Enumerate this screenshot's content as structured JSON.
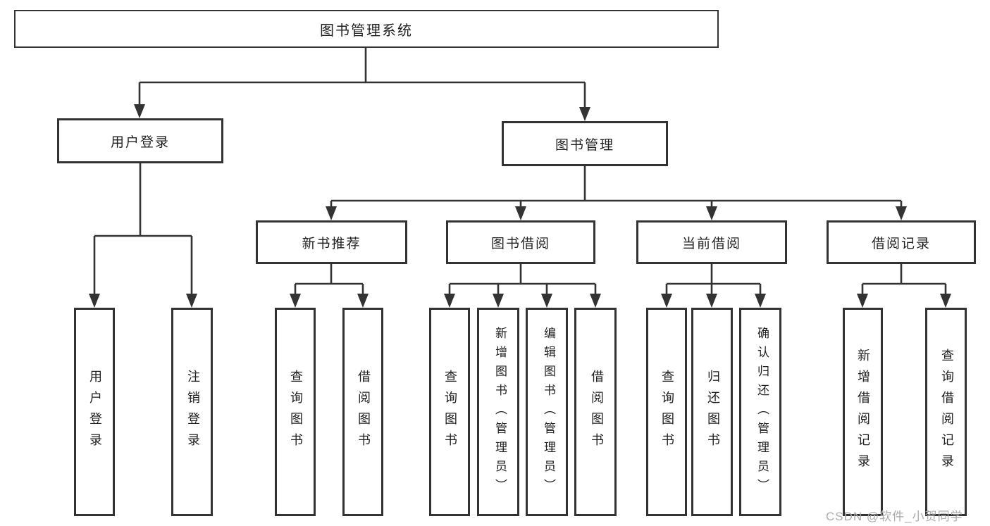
{
  "diagram": {
    "root_label": "图书管理系统",
    "level2": [
      "用户登录",
      "图书管理"
    ],
    "level3": [
      "新书推荐",
      "图书借阅",
      "当前借阅",
      "借阅记录"
    ],
    "leaves": {
      "user_login": [
        "用户登录",
        "注销登录"
      ],
      "new_book_recommend": [
        "查询图书",
        "借阅图书"
      ],
      "book_borrow": [
        "查询图书",
        "新增图书（管理员）",
        "编辑图书（管理员）",
        "借阅图书"
      ],
      "current_borrow": [
        "查询图书",
        "归还图书",
        "确认归还（管理员）"
      ],
      "borrow_records": [
        "新增借阅记录",
        "查询借阅记录"
      ]
    }
  },
  "colors": {
    "line": "#333333",
    "border": "#333333",
    "text": "#1f1f1f",
    "background": "#ffffff",
    "watermark": "#ababab"
  },
  "watermark": "CSDN @软件_小贺同学"
}
